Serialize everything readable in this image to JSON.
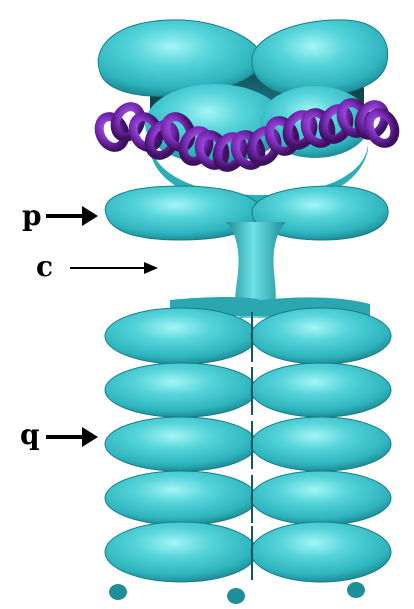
{
  "labels": {
    "p": "p",
    "c": "c",
    "q": "q"
  },
  "colors": {
    "cyan_base": "#3fc8d0",
    "cyan_light": "#8ef0f2",
    "cyan_dark": "#1a8a95",
    "purple_dna": "#7a2bb8",
    "purple_dark": "#4a1570",
    "arrow": "#000000"
  }
}
